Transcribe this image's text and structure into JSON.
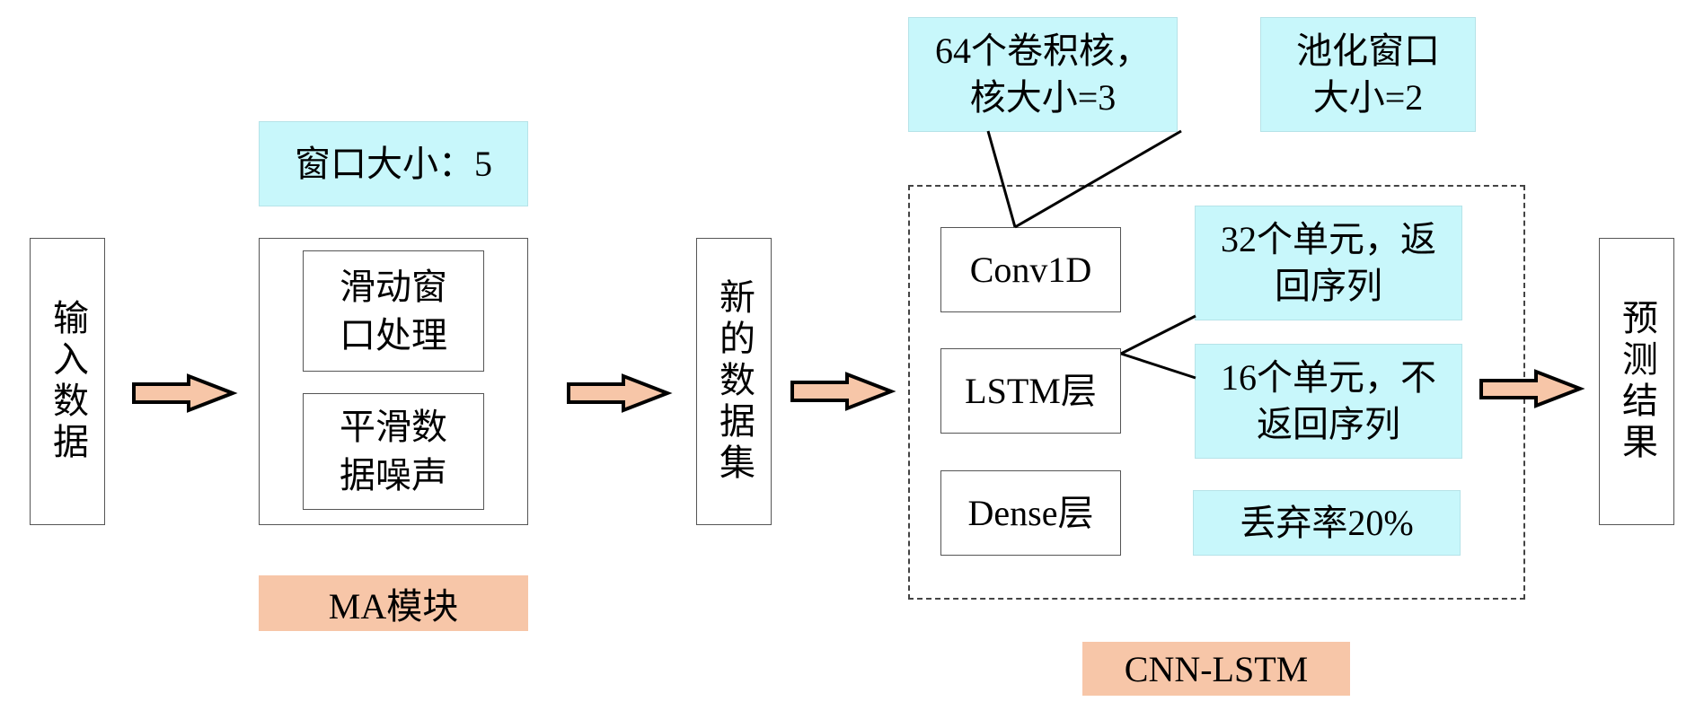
{
  "input": {
    "label": "输入数据"
  },
  "ma_module": {
    "window_size_label": "窗口大小：5",
    "step1": "滑动窗\n口处理",
    "step2": "平滑数\n据噪声",
    "title": "MA模块"
  },
  "new_dataset": {
    "label": "新的数据集"
  },
  "cnn_lstm": {
    "title": "CNN-LSTM",
    "conv_note": "64个卷积核，\n核大小=3",
    "pool_note": "池化窗口\n大小=2",
    "layers": [
      {
        "label": "Conv1D"
      },
      {
        "label": "LSTM层"
      },
      {
        "label": "Dense层"
      }
    ],
    "lstm_note_1": "32个单元，返\n回序列",
    "lstm_note_2": "16个单元，不\n返回序列",
    "dropout_note": "丢弃率20%"
  },
  "output": {
    "label": "预测结果"
  },
  "colors": {
    "note_fill": "#c8f7fb",
    "module_label_fill": "#f7c6a8",
    "arrow_fill": "#f7c6a8"
  }
}
